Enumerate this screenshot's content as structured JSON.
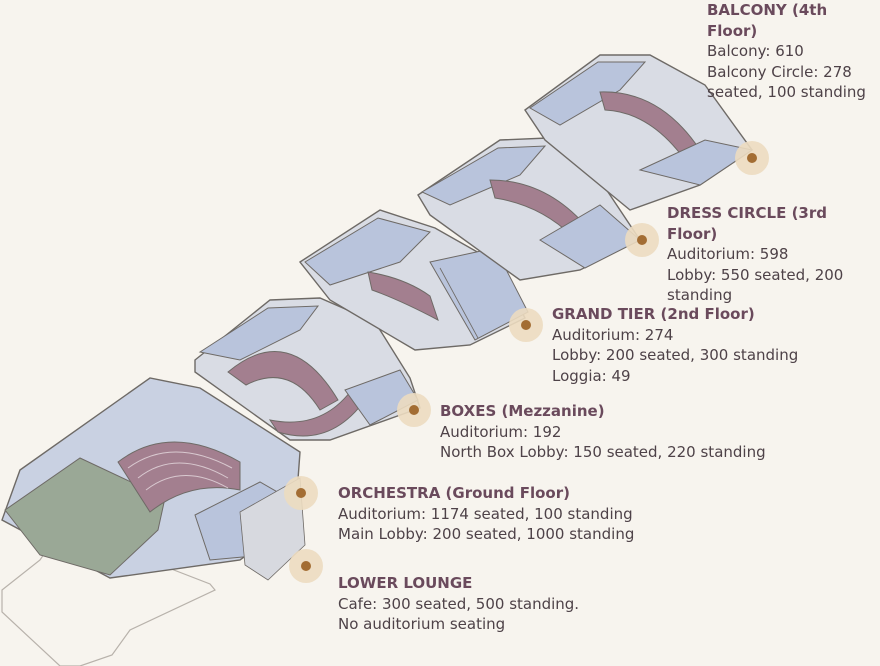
{
  "levels": [
    {
      "title": "BALCONY (4th Floor)",
      "lines": [
        "Balcony: 610",
        "Balcony Circle: 278",
        "seated, 100 standing"
      ]
    },
    {
      "title": "DRESS CIRCLE (3rd Floor)",
      "lines": [
        "Auditorium: 598",
        "Lobby: 550 seated, 200",
        "standing"
      ]
    },
    {
      "title": "GRAND TIER (2nd Floor)",
      "lines": [
        "Auditorium: 274",
        "Lobby: 200 seated, 300 standing",
        "Loggia: 49"
      ]
    },
    {
      "title": "BOXES (Mezzanine)",
      "lines": [
        "Auditorium: 192",
        "North Box Lobby: 150 seated, 220 standing"
      ]
    },
    {
      "title": "ORCHESTRA (Ground Floor)",
      "lines": [
        "Auditorium: 1174 seated, 100 standing",
        "Main Lobby: 200 seated, 1000 standing"
      ]
    },
    {
      "title": "LOWER LOUNGE",
      "lines": [
        "Cafe: 300 seated, 500 standing.",
        "No auditorium seating"
      ]
    }
  ],
  "colors": {
    "background": "#f7f4ee",
    "lobby_fill": "#b9c4dc",
    "seating_fill": "#a37f8f",
    "stage_fill": "#9aa896",
    "outline": "#6e6a66",
    "marker": "#a36d33",
    "marker_halo": "#ecdcc0",
    "title_text": "#6a4a5c",
    "body_text": "#4e4248"
  }
}
